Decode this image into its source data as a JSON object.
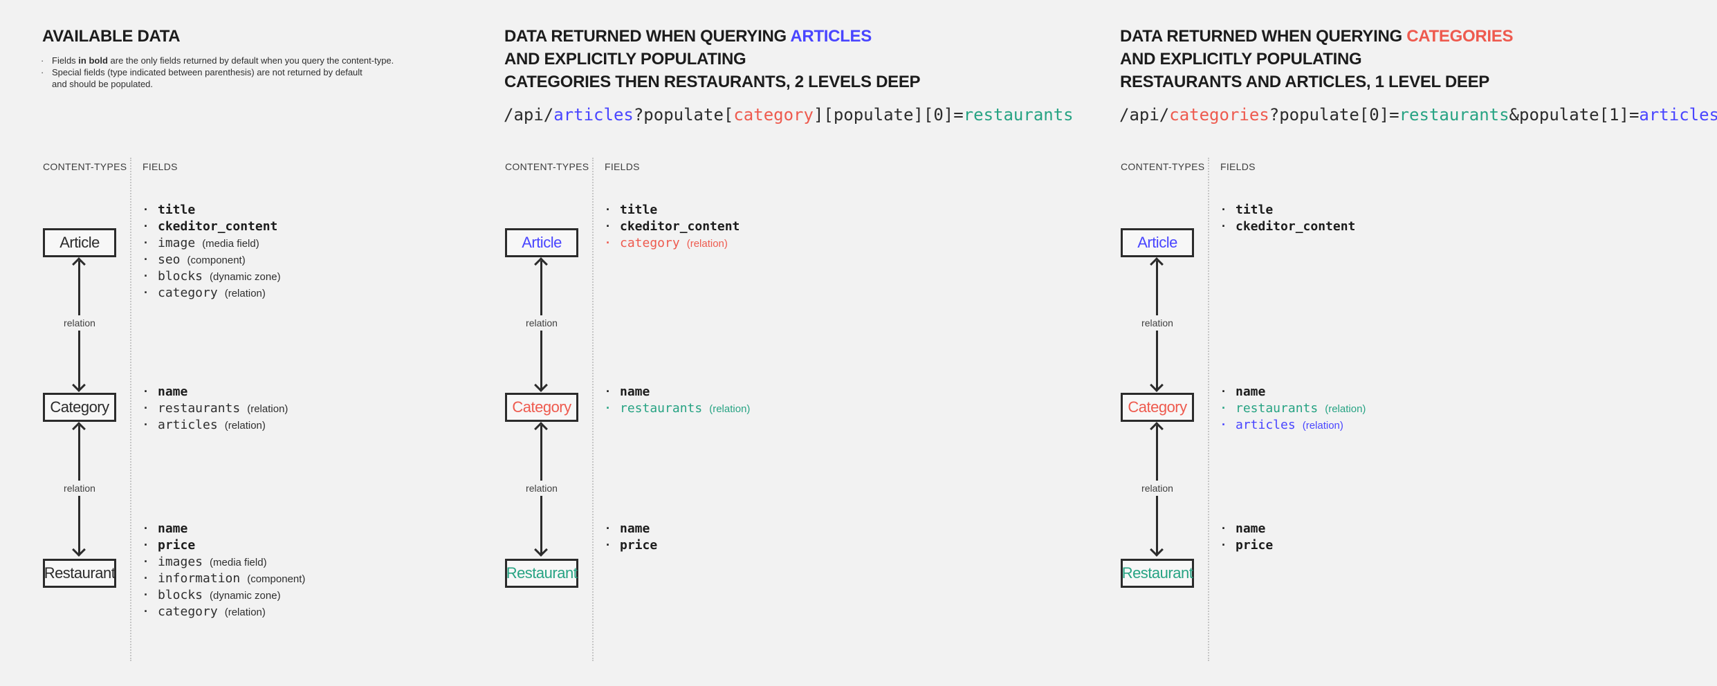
{
  "colors": {
    "background": "#f2f2f2",
    "text": "#1c1c1c",
    "blue": "#4945ff",
    "red": "#ee5a4e",
    "teal": "#27a383",
    "divider": "#c6c6c6",
    "box_border": "#2b2b2b"
  },
  "panels": [
    {
      "id": "available-data",
      "title": {
        "line1": "AVAILABLE DATA"
      },
      "notes": [
        {
          "prefix": "Fields ",
          "bold": "in bold",
          "suffix": " are the only fields returned by default when you query the content-type."
        },
        {
          "line1": "Special fields (type indicated between parenthesis) are not returned by default",
          "line2": "and should be populated."
        }
      ],
      "headers": {
        "content_types": "CONTENT-TYPES",
        "fields": "FIELDS"
      },
      "relation_label": "relation",
      "entities": [
        {
          "label": "Article",
          "color": "dark",
          "fields": [
            {
              "name": "title",
              "bold": true,
              "type": "",
              "color": "dark"
            },
            {
              "name": "ckeditor_content",
              "bold": true,
              "type": "",
              "color": "dark"
            },
            {
              "name": "image",
              "bold": false,
              "type": "(media field)",
              "color": "dark"
            },
            {
              "name": "seo",
              "bold": false,
              "type": "(component)",
              "color": "dark"
            },
            {
              "name": "blocks",
              "bold": false,
              "type": "(dynamic zone)",
              "color": "dark"
            },
            {
              "name": "category",
              "bold": false,
              "type": "(relation)",
              "color": "dark"
            }
          ]
        },
        {
          "label": "Category",
          "color": "dark",
          "fields": [
            {
              "name": "name",
              "bold": true,
              "type": "",
              "color": "dark"
            },
            {
              "name": "restaurants",
              "bold": false,
              "type": "(relation)",
              "color": "dark"
            },
            {
              "name": "articles",
              "bold": false,
              "type": "(relation)",
              "color": "dark"
            }
          ]
        },
        {
          "label": "Restaurant",
          "color": "dark",
          "fields": [
            {
              "name": "name",
              "bold": true,
              "type": "",
              "color": "dark"
            },
            {
              "name": "price",
              "bold": true,
              "type": "",
              "color": "dark"
            },
            {
              "name": "images",
              "bold": false,
              "type": "(media field)",
              "color": "dark"
            },
            {
              "name": "information",
              "bold": false,
              "type": "(component)",
              "color": "dark"
            },
            {
              "name": "blocks",
              "bold": false,
              "type": "(dynamic zone)",
              "color": "dark"
            },
            {
              "name": "category",
              "bold": false,
              "type": "(relation)",
              "color": "dark"
            }
          ]
        }
      ]
    },
    {
      "id": "query-articles",
      "title": {
        "line1_prefix": "DATA RETURNED WHEN QUERYING ",
        "line1_highlight": "ARTICLES",
        "line1_highlight_color": "#4945ff",
        "line2": "AND EXPLICITLY POPULATING",
        "line3": "CATEGORIES THEN RESTAURANTS, 2 LEVELS DEEP"
      },
      "api_code": {
        "segments": [
          {
            "text": "/api/",
            "color": "dark"
          },
          {
            "text": "articles",
            "color": "blue"
          },
          {
            "text": "?populate[",
            "color": "dark"
          },
          {
            "text": "category",
            "color": "red"
          },
          {
            "text": "][populate][0]=",
            "color": "dark"
          },
          {
            "text": "restaurants",
            "color": "teal"
          }
        ]
      },
      "headers": {
        "content_types": "CONTENT-TYPES",
        "fields": "FIELDS"
      },
      "relation_label": "relation",
      "entities": [
        {
          "label": "Article",
          "color": "blue",
          "fields": [
            {
              "name": "title",
              "bold": true,
              "type": "",
              "color": "dark"
            },
            {
              "name": "ckeditor_content",
              "bold": true,
              "type": "",
              "color": "dark"
            },
            {
              "name": "category",
              "bold": false,
              "type": "(relation)",
              "color": "red"
            }
          ]
        },
        {
          "label": "Category",
          "color": "red",
          "fields": [
            {
              "name": "name",
              "bold": true,
              "type": "",
              "color": "dark"
            },
            {
              "name": "restaurants",
              "bold": false,
              "type": "(relation)",
              "color": "teal"
            }
          ]
        },
        {
          "label": "Restaurant",
          "color": "teal",
          "fields": [
            {
              "name": "name",
              "bold": true,
              "type": "",
              "color": "dark"
            },
            {
              "name": "price",
              "bold": true,
              "type": "",
              "color": "dark"
            }
          ]
        }
      ]
    },
    {
      "id": "query-categories",
      "title": {
        "line1_prefix": "DATA RETURNED WHEN QUERYING ",
        "line1_highlight": "CATEGORIES",
        "line1_highlight_color": "#ee5a4e",
        "line2": "AND EXPLICITLY POPULATING",
        "line3": "RESTAURANTS AND ARTICLES, 1 LEVEL DEEP"
      },
      "api_code": {
        "segments": [
          {
            "text": "/api/",
            "color": "dark"
          },
          {
            "text": "categories",
            "color": "red"
          },
          {
            "text": "?populate[0]=",
            "color": "dark"
          },
          {
            "text": "restaurants",
            "color": "teal"
          },
          {
            "text": "&populate[1]=",
            "color": "dark"
          },
          {
            "text": "articles",
            "color": "blue"
          }
        ]
      },
      "headers": {
        "content_types": "CONTENT-TYPES",
        "fields": "FIELDS"
      },
      "relation_label": "relation",
      "entities": [
        {
          "label": "Article",
          "color": "blue",
          "fields": [
            {
              "name": "title",
              "bold": true,
              "type": "",
              "color": "dark"
            },
            {
              "name": "ckeditor_content",
              "bold": true,
              "type": "",
              "color": "dark"
            }
          ]
        },
        {
          "label": "Category",
          "color": "red",
          "fields": [
            {
              "name": "name",
              "bold": true,
              "type": "",
              "color": "dark"
            },
            {
              "name": "restaurants",
              "bold": false,
              "type": "(relation)",
              "color": "teal"
            },
            {
              "name": "articles",
              "bold": false,
              "type": "(relation)",
              "color": "blue"
            }
          ]
        },
        {
          "label": "Restaurant",
          "color": "teal",
          "fields": [
            {
              "name": "name",
              "bold": true,
              "type": "",
              "color": "dark"
            },
            {
              "name": "price",
              "bold": true,
              "type": "",
              "color": "dark"
            }
          ]
        }
      ]
    }
  ]
}
